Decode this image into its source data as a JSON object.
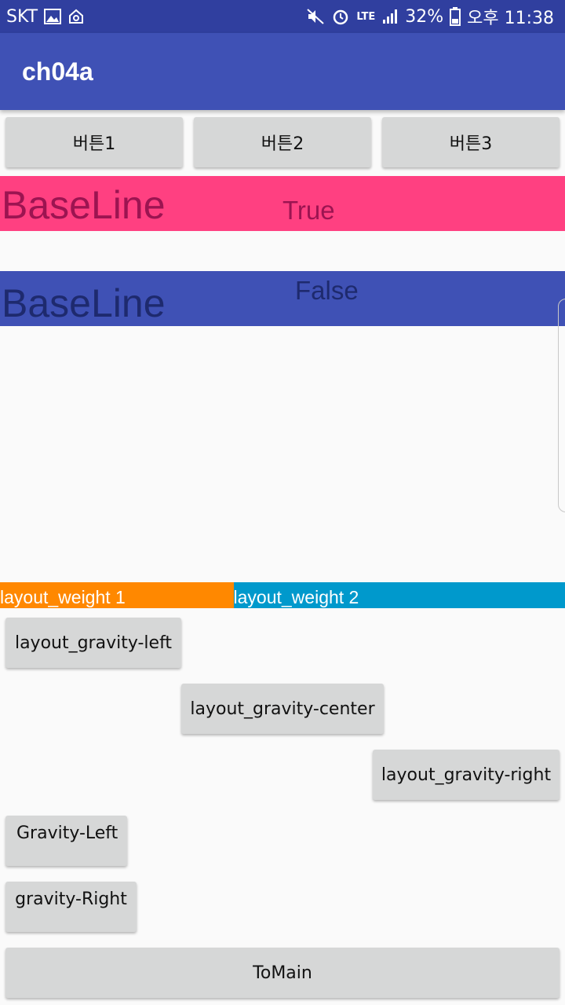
{
  "status_bar": {
    "carrier": "SKT",
    "network": "LTE",
    "battery": "32%",
    "time": "오후 11:38"
  },
  "app_bar": {
    "title": "ch04a"
  },
  "top_buttons": [
    "버튼1",
    "버튼2",
    "버튼3"
  ],
  "baseline_true": {
    "big": "BaseLine",
    "small": "True"
  },
  "baseline_false": {
    "big": "BaseLine",
    "small": "False"
  },
  "weights": {
    "one": "layout_weight 1",
    "two": "layout_weight 2"
  },
  "gravity_buttons": {
    "left": "layout_gravity-left",
    "center": "layout_gravity-center",
    "right": "layout_gravity-right",
    "gravity_left": "Gravity-Left",
    "gravity_right": "gravity-Right"
  },
  "to_main": "ToMain",
  "colors": {
    "status": "#303f9f",
    "primary": "#3f51b5",
    "accent": "#ff4081",
    "orange": "#ff8800",
    "cyan": "#0099cc",
    "button": "#d6d7d7"
  }
}
